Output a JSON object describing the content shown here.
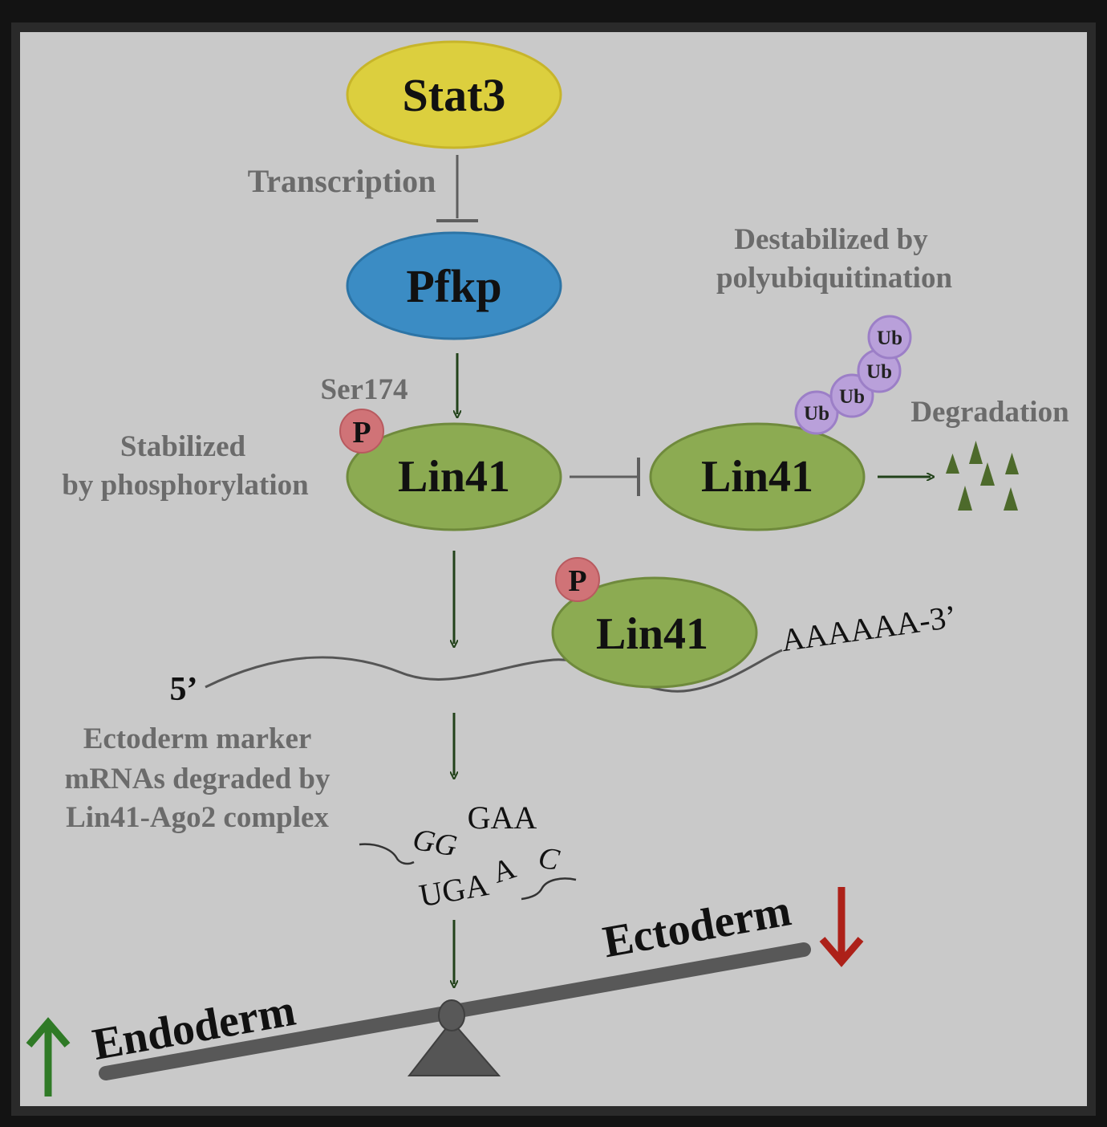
{
  "nodes": {
    "stat3": "Stat3",
    "pfkp": "Pfkp",
    "lin41_stable": "Lin41",
    "lin41_unstable": "Lin41",
    "lin41_bound": "Lin41"
  },
  "labels": {
    "transcription": "Transcription",
    "destabilized_line1": "Destabilized by",
    "destabilized_line2": "polyubiquitination",
    "ser174": "Ser174",
    "stabilized_line1": "Stabilized",
    "stabilized_line2": "by phosphorylation",
    "degradation": "Degradation",
    "ectoderm_marker_line1": "Ectoderm marker",
    "ectoderm_marker_line2": "mRNAs degraded by",
    "ectoderm_marker_line3": "Lin41-Ago2 complex",
    "endoderm": "Endoderm",
    "ectoderm": "Ectoderm"
  },
  "badges": {
    "phospho_1": "P",
    "phospho_2": "P",
    "ub": [
      "Ub",
      "Ub",
      "Ub",
      "Ub"
    ]
  },
  "mrna": {
    "five_prime": "5’",
    "poly_a": "AAAAAA-3’"
  },
  "fragments": {
    "gg": "GG",
    "gaa": "GAA",
    "uga": "UGA",
    "a": "A",
    "c": "C"
  },
  "colors": {
    "stat3": "#dccf3e",
    "pfkp": "#3b8cc4",
    "lin41": "#8cab52",
    "phospho": "#d07377",
    "ubiquitin": "#b9a0da",
    "activation_arrow": "#22421a",
    "inhibition": "#5e5e5e",
    "up_arrow": "#2f7a26",
    "down_arrow": "#ad2119",
    "background": "#c9c9c9"
  }
}
